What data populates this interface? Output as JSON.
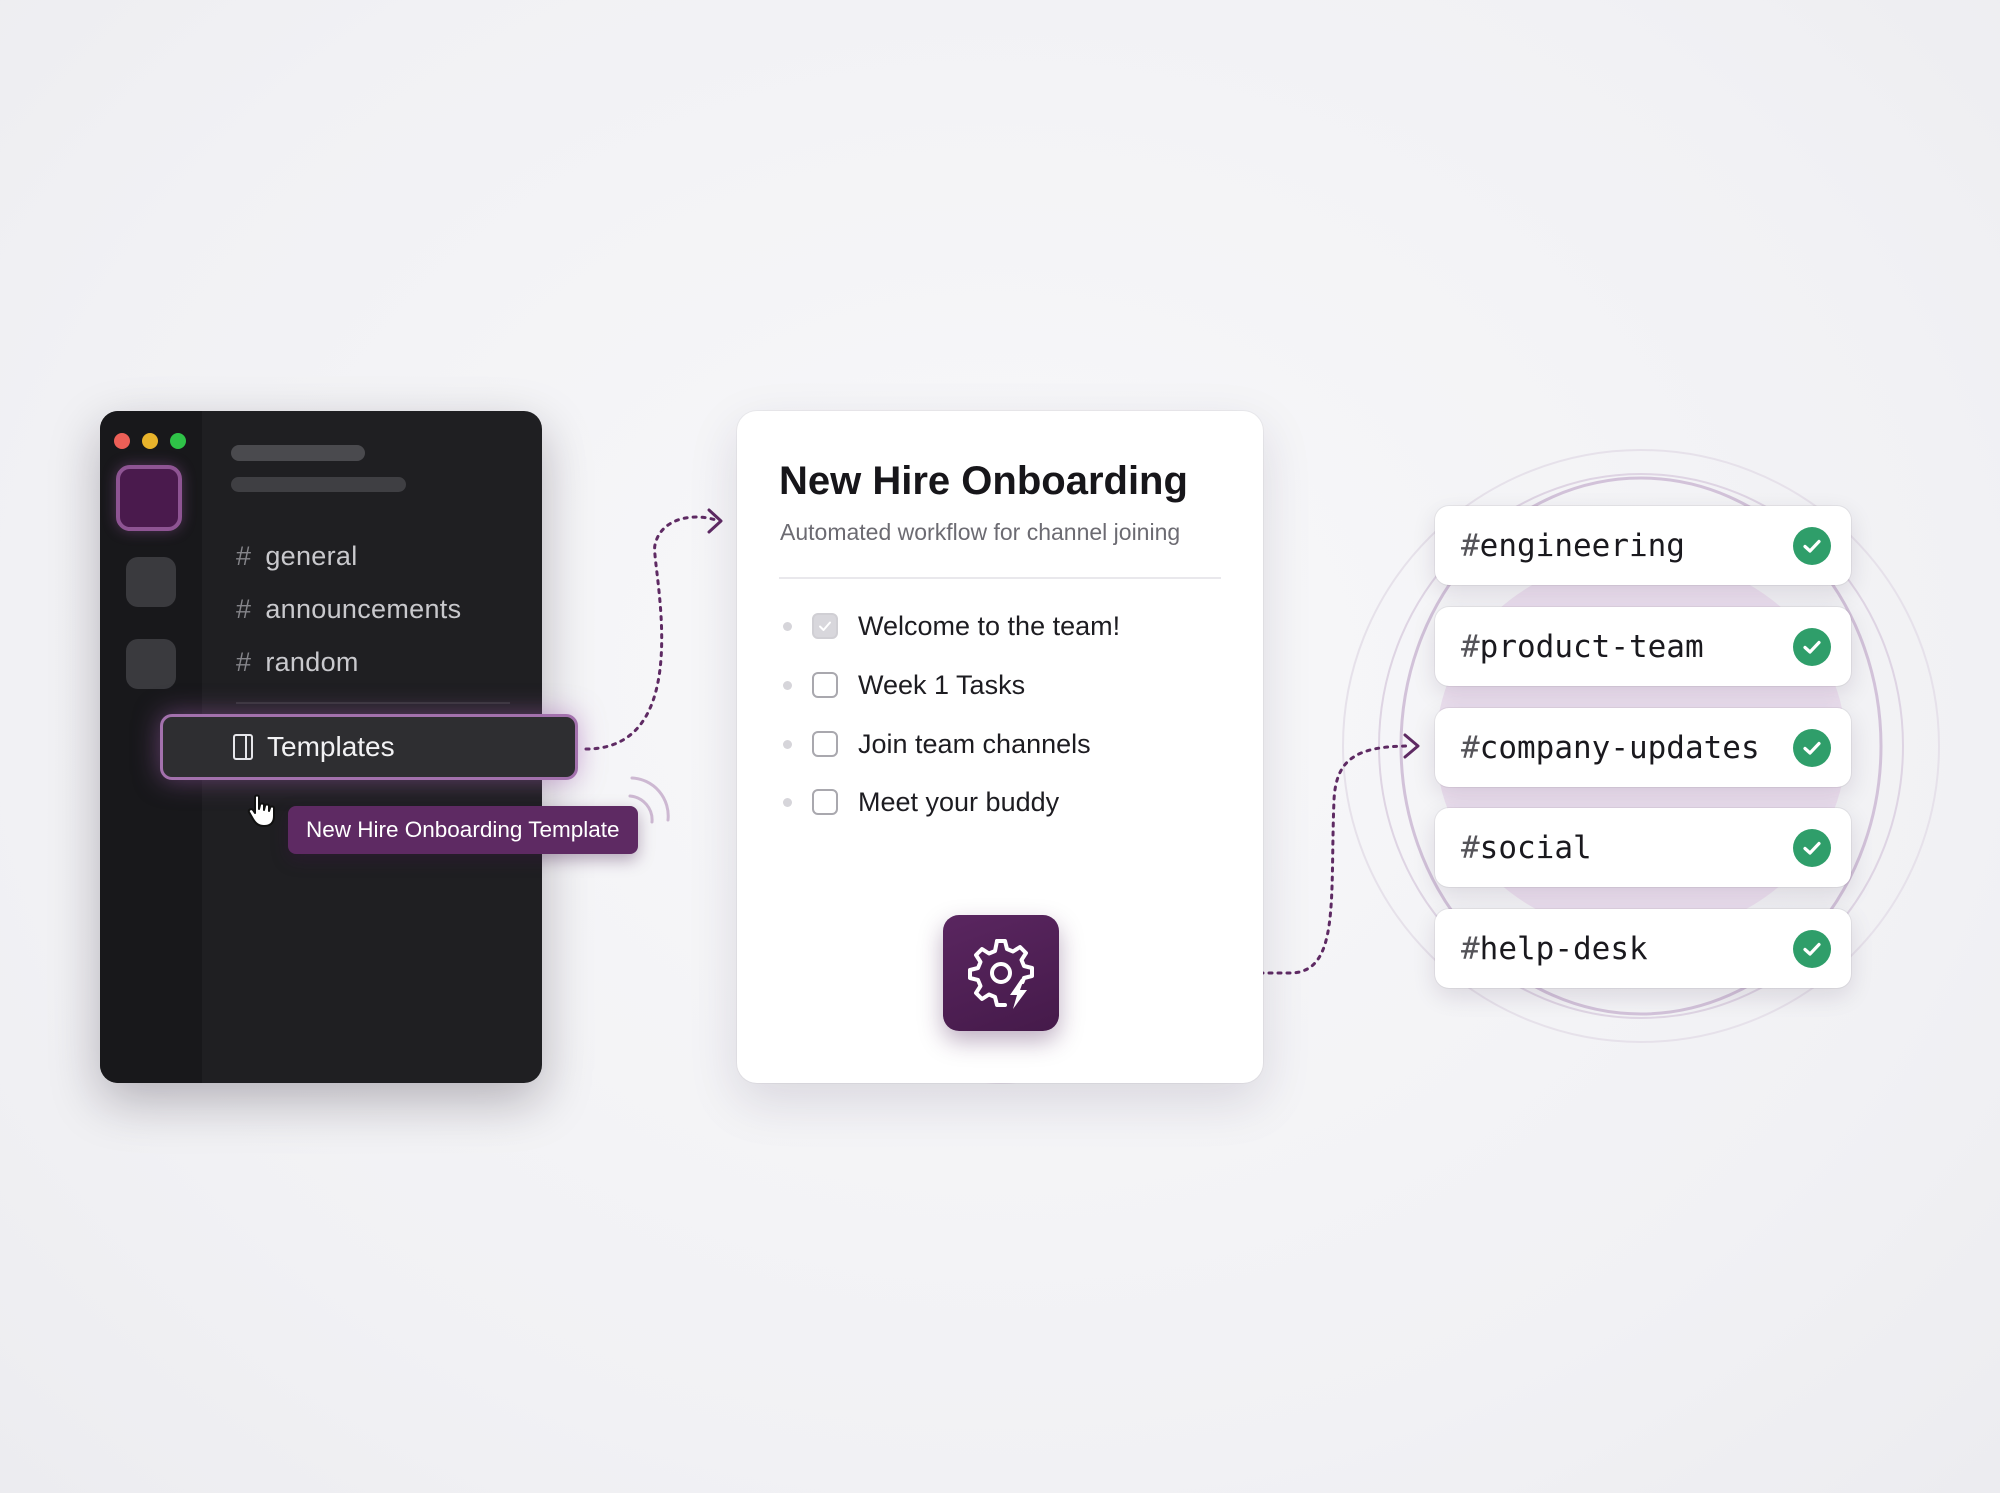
{
  "colors": {
    "brand_purple": "#4a1a4d",
    "accent_purple": "#a371ad",
    "success_green": "#2f9e6a",
    "traffic_red": "#ec5f57",
    "traffic_yellow": "#e8b32b",
    "traffic_green": "#2fc248"
  },
  "sidebar": {
    "channels": [
      {
        "hash": "#",
        "name": "general"
      },
      {
        "hash": "#",
        "name": "announcements"
      },
      {
        "hash": "#",
        "name": "random"
      }
    ],
    "templates_button": {
      "label": "Templates",
      "icon": "template-panel-icon"
    },
    "tooltip": "New Hire Onboarding Template"
  },
  "workflow": {
    "title": "New Hire Onboarding",
    "subtitle": "Automated workflow for channel joining",
    "tasks": [
      {
        "label": "Welcome to the team!",
        "checked": true
      },
      {
        "label": "Week 1 Tasks",
        "checked": false
      },
      {
        "label": "Join team channels",
        "checked": false
      },
      {
        "label": "Meet your buddy",
        "checked": false
      }
    ],
    "automation_icon": "gear-lightning-icon"
  },
  "channels": [
    {
      "hash": "#",
      "name": "engineering",
      "status": "check-icon"
    },
    {
      "hash": "#",
      "name": "product-team",
      "status": "check-icon"
    },
    {
      "hash": "#",
      "name": "company-updates",
      "status": "check-icon"
    },
    {
      "hash": "#",
      "name": "social",
      "status": "check-icon"
    },
    {
      "hash": "#",
      "name": "help-desk",
      "status": "check-icon"
    }
  ]
}
